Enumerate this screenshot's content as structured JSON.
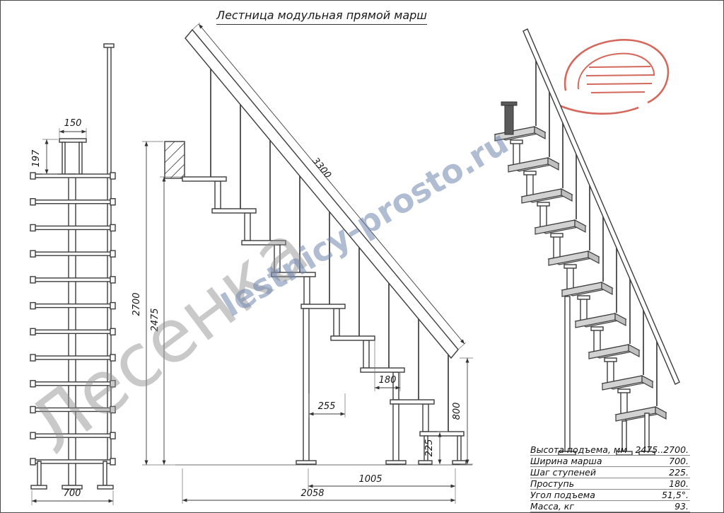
{
  "title": "Лестница модульная прямой марш",
  "watermarks": {
    "brand": "Лесенка",
    "site": "lestnicy-prosto.ru"
  },
  "colors": {
    "line": "#3c3c3c",
    "logo_red": "#cb4335",
    "watermark_gray": "#8f8f8f",
    "watermark_blue": "#6f86ad"
  },
  "front_view": {
    "dim_bracket_width": "150",
    "dim_bracket_height": "197",
    "dim_width": "700"
  },
  "side_view": {
    "dim_total_height": "2700",
    "dim_platform_height": "2475",
    "dim_rail_length": "3300",
    "dim_tread": "180",
    "dim_module": "255",
    "dim_rise": "225",
    "dim_rail_end_height": "800",
    "dim_bottom_run": "1005",
    "dim_total_run": "2058"
  },
  "spec_table": {
    "rows": [
      {
        "label": "Высота подъема, мм",
        "value": "2475..2700."
      },
      {
        "label": "Ширина марша",
        "value": "700."
      },
      {
        "label": "Шаг ступеней",
        "value": "225."
      },
      {
        "label": "Проступь",
        "value": "180."
      },
      {
        "label": "Угол подъема",
        "value": "51,5°."
      },
      {
        "label": "Масса, кг",
        "value": "93."
      }
    ]
  }
}
